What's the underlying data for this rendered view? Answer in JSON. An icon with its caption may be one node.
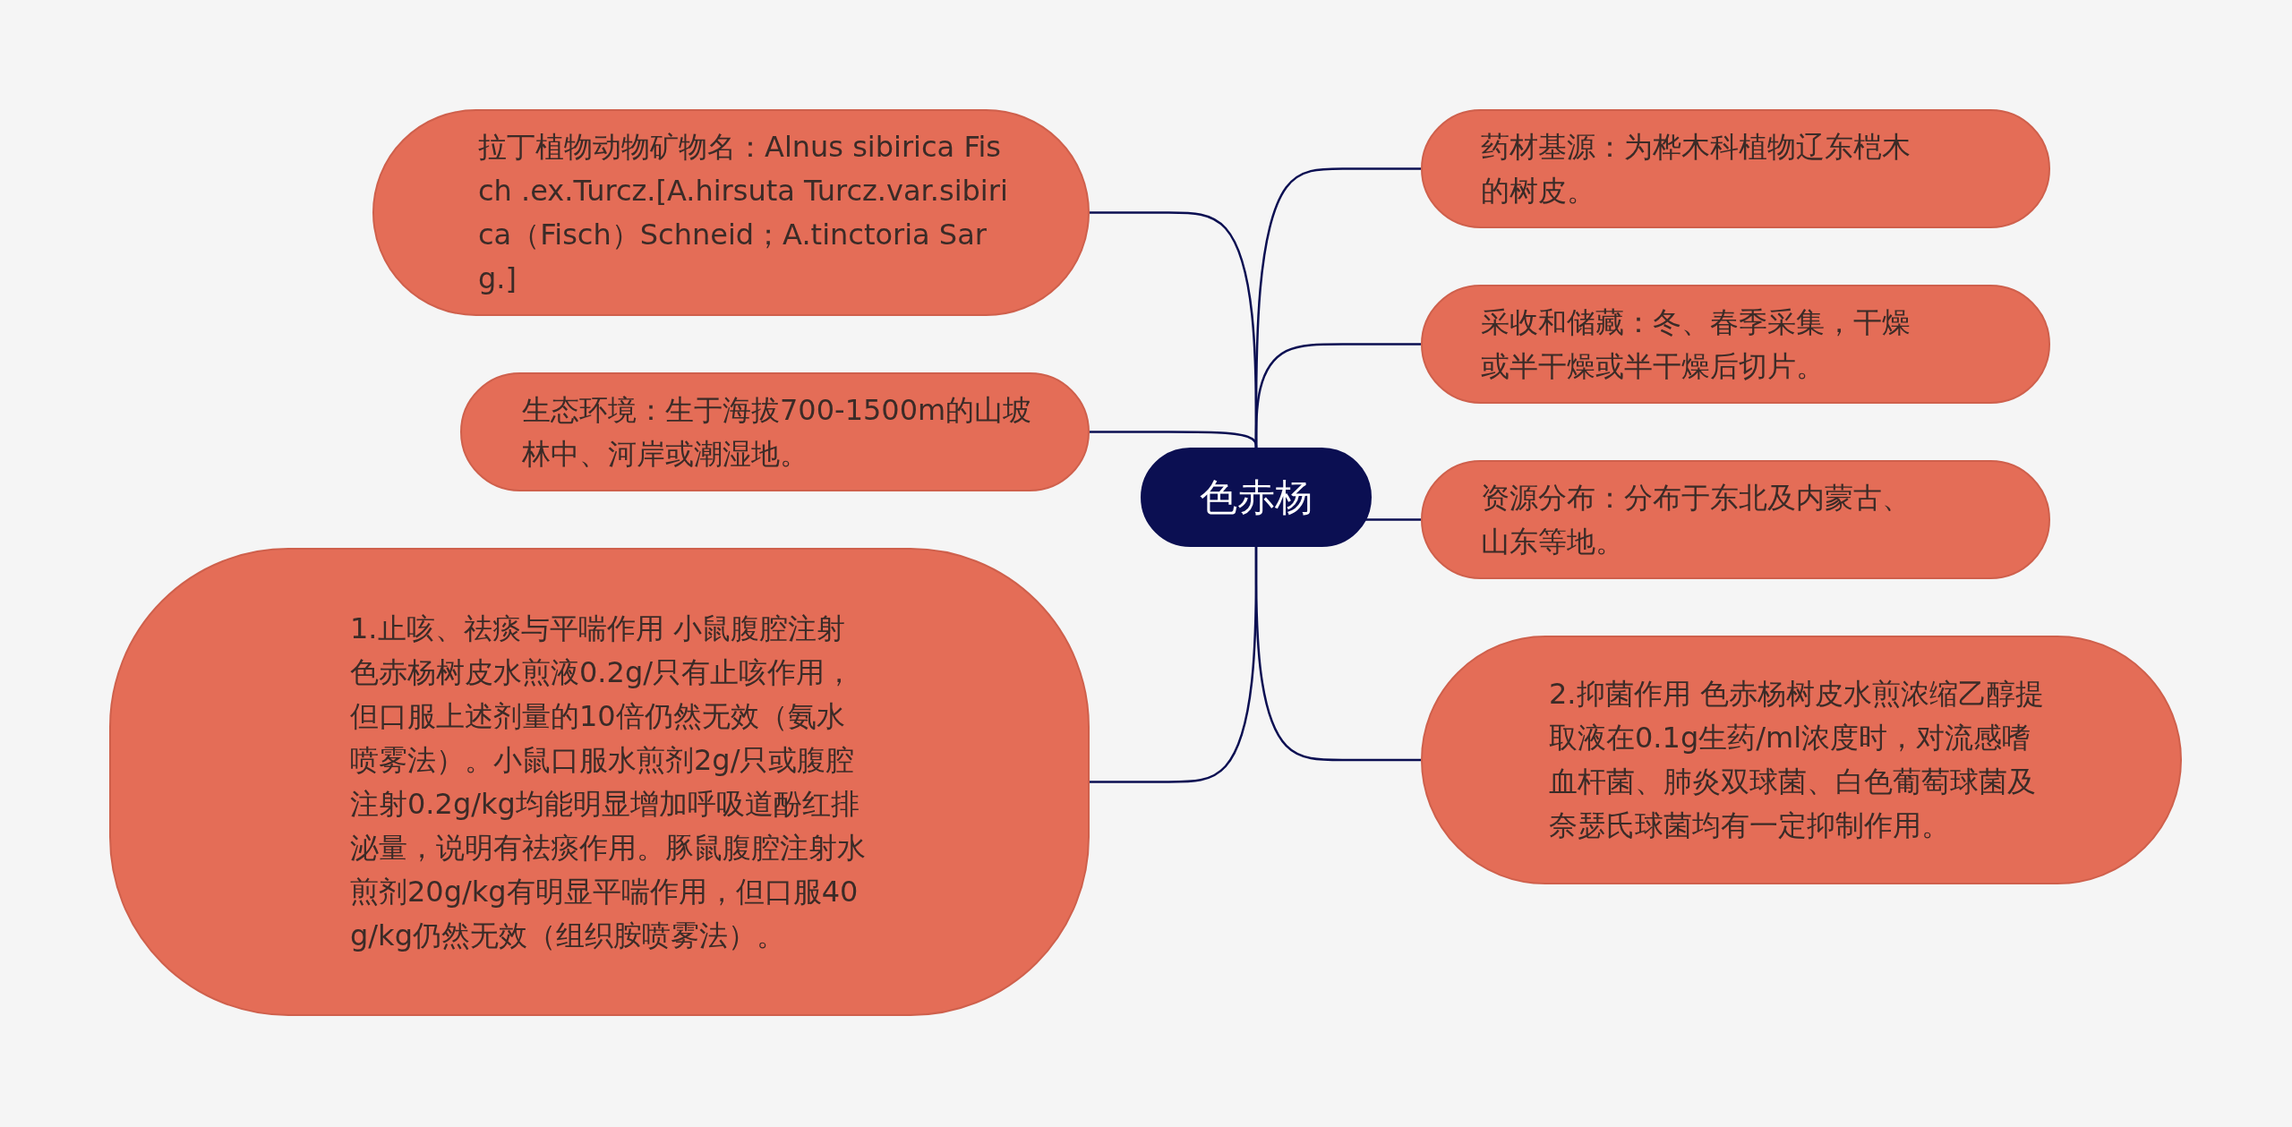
{
  "diagram": {
    "nodes": [
      {
        "text": [
          "色赤杨"
        ]
      },
      {
        "text": [
          "拉丁植物动物矿物名：Alnus sibirica Fisch .ex.Turcz.[A.hirsuta Turcz.var.sibirica（Fisch）Schneid；A.tinctoria Sarg.]"
        ]
      },
      {
        "text": [
          "生态环境：生于海拔700-1500m的山坡林中、河岸或潮湿地。"
        ]
      },
      {
        "text": [
          "1.止咳、祛痰与平喘作用 小鼠腹腔注射色赤杨树皮水煎液0.2g/只有止咳作用，但口服上述剂量的10倍仍然无效（氨水喷雾法）。小鼠口服水煎剂2g/只或腹腔注射0.2g/kg均能明显增加呼吸道酚红排泌量，说明有祛痰作用。豚鼠腹腔注射水煎剂20g/kg有明显平喘作用，但口服40g/kg仍然无效（组织胺喷雾法）。"
        ]
      },
      {
        "text": [
          "药材基源：为桦木科植物辽东桤木的树皮。"
        ]
      },
      {
        "text": [
          "采收和储藏：冬、春季采集，干燥或半干燥或半干燥后切片。"
        ]
      },
      {
        "text": [
          "资源分布：分布于东北及内蒙古、山东等地。"
        ]
      },
      {
        "text": [
          "2.抑菌作用 色赤杨树皮水煎浓缩乙醇提取液在0.1g生药/ml浓度时，对流感嗜血杆菌、肺炎双球菌、白色葡萄球菌及奈瑟氏球菌均有一定抑制作用。"
        ]
      }
    ],
    "edges": [
      {
        "from": 0,
        "to": 1,
        "arrow": "none"
      },
      {
        "from": 0,
        "to": 2,
        "arrow": "none"
      },
      {
        "from": 0,
        "to": 3,
        "arrow": "none"
      },
      {
        "from": 0,
        "to": 4,
        "arrow": "none"
      },
      {
        "from": 0,
        "to": 5,
        "arrow": "none"
      },
      {
        "from": 0,
        "to": 6,
        "arrow": "none"
      },
      {
        "from": 0,
        "to": 7,
        "arrow": "none"
      }
    ]
  }
}
